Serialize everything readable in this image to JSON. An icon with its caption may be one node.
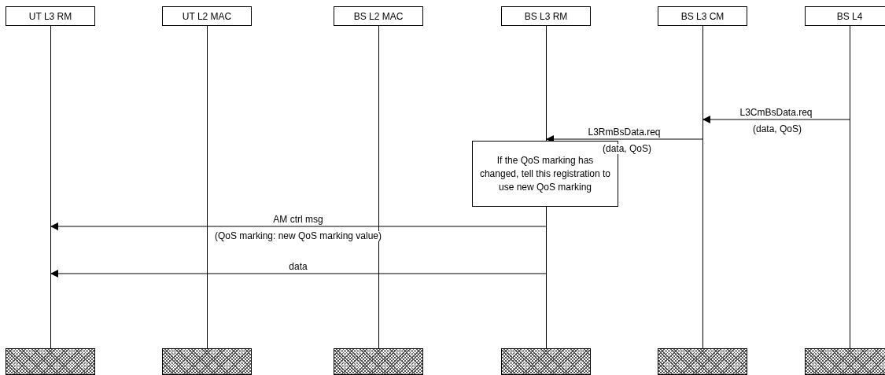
{
  "diagram": {
    "nodes": [
      {
        "text": [
          "UT L3 RM"
        ]
      },
      {
        "text": [
          "UT L2 MAC"
        ]
      },
      {
        "text": [
          "BS L2 MAC"
        ]
      },
      {
        "text": [
          "BS L3 RM"
        ]
      },
      {
        "text": [
          "BS L3 CM"
        ]
      },
      {
        "text": [
          "BS L4"
        ]
      },
      {
        "text": [
          "If the QoS marking has changed, tell this registration to use new QoS marking"
        ]
      }
    ],
    "edges": [
      {
        "from": 5,
        "to": 4,
        "arrow": "to",
        "label": "L3CmBsData.req"
      },
      {
        "from": 4,
        "to": 3,
        "arrow": "to",
        "label": "L3RmBsData.req"
      },
      {
        "from": 3,
        "to": 0,
        "arrow": "to",
        "label": "AM ctrl msg"
      },
      {
        "from": 3,
        "to": 0,
        "arrow": "to",
        "label": "data"
      }
    ],
    "labels": [
      "(data, QoS)",
      "(data, QoS)",
      "(QoS marking: new QoS marking value)"
    ]
  }
}
